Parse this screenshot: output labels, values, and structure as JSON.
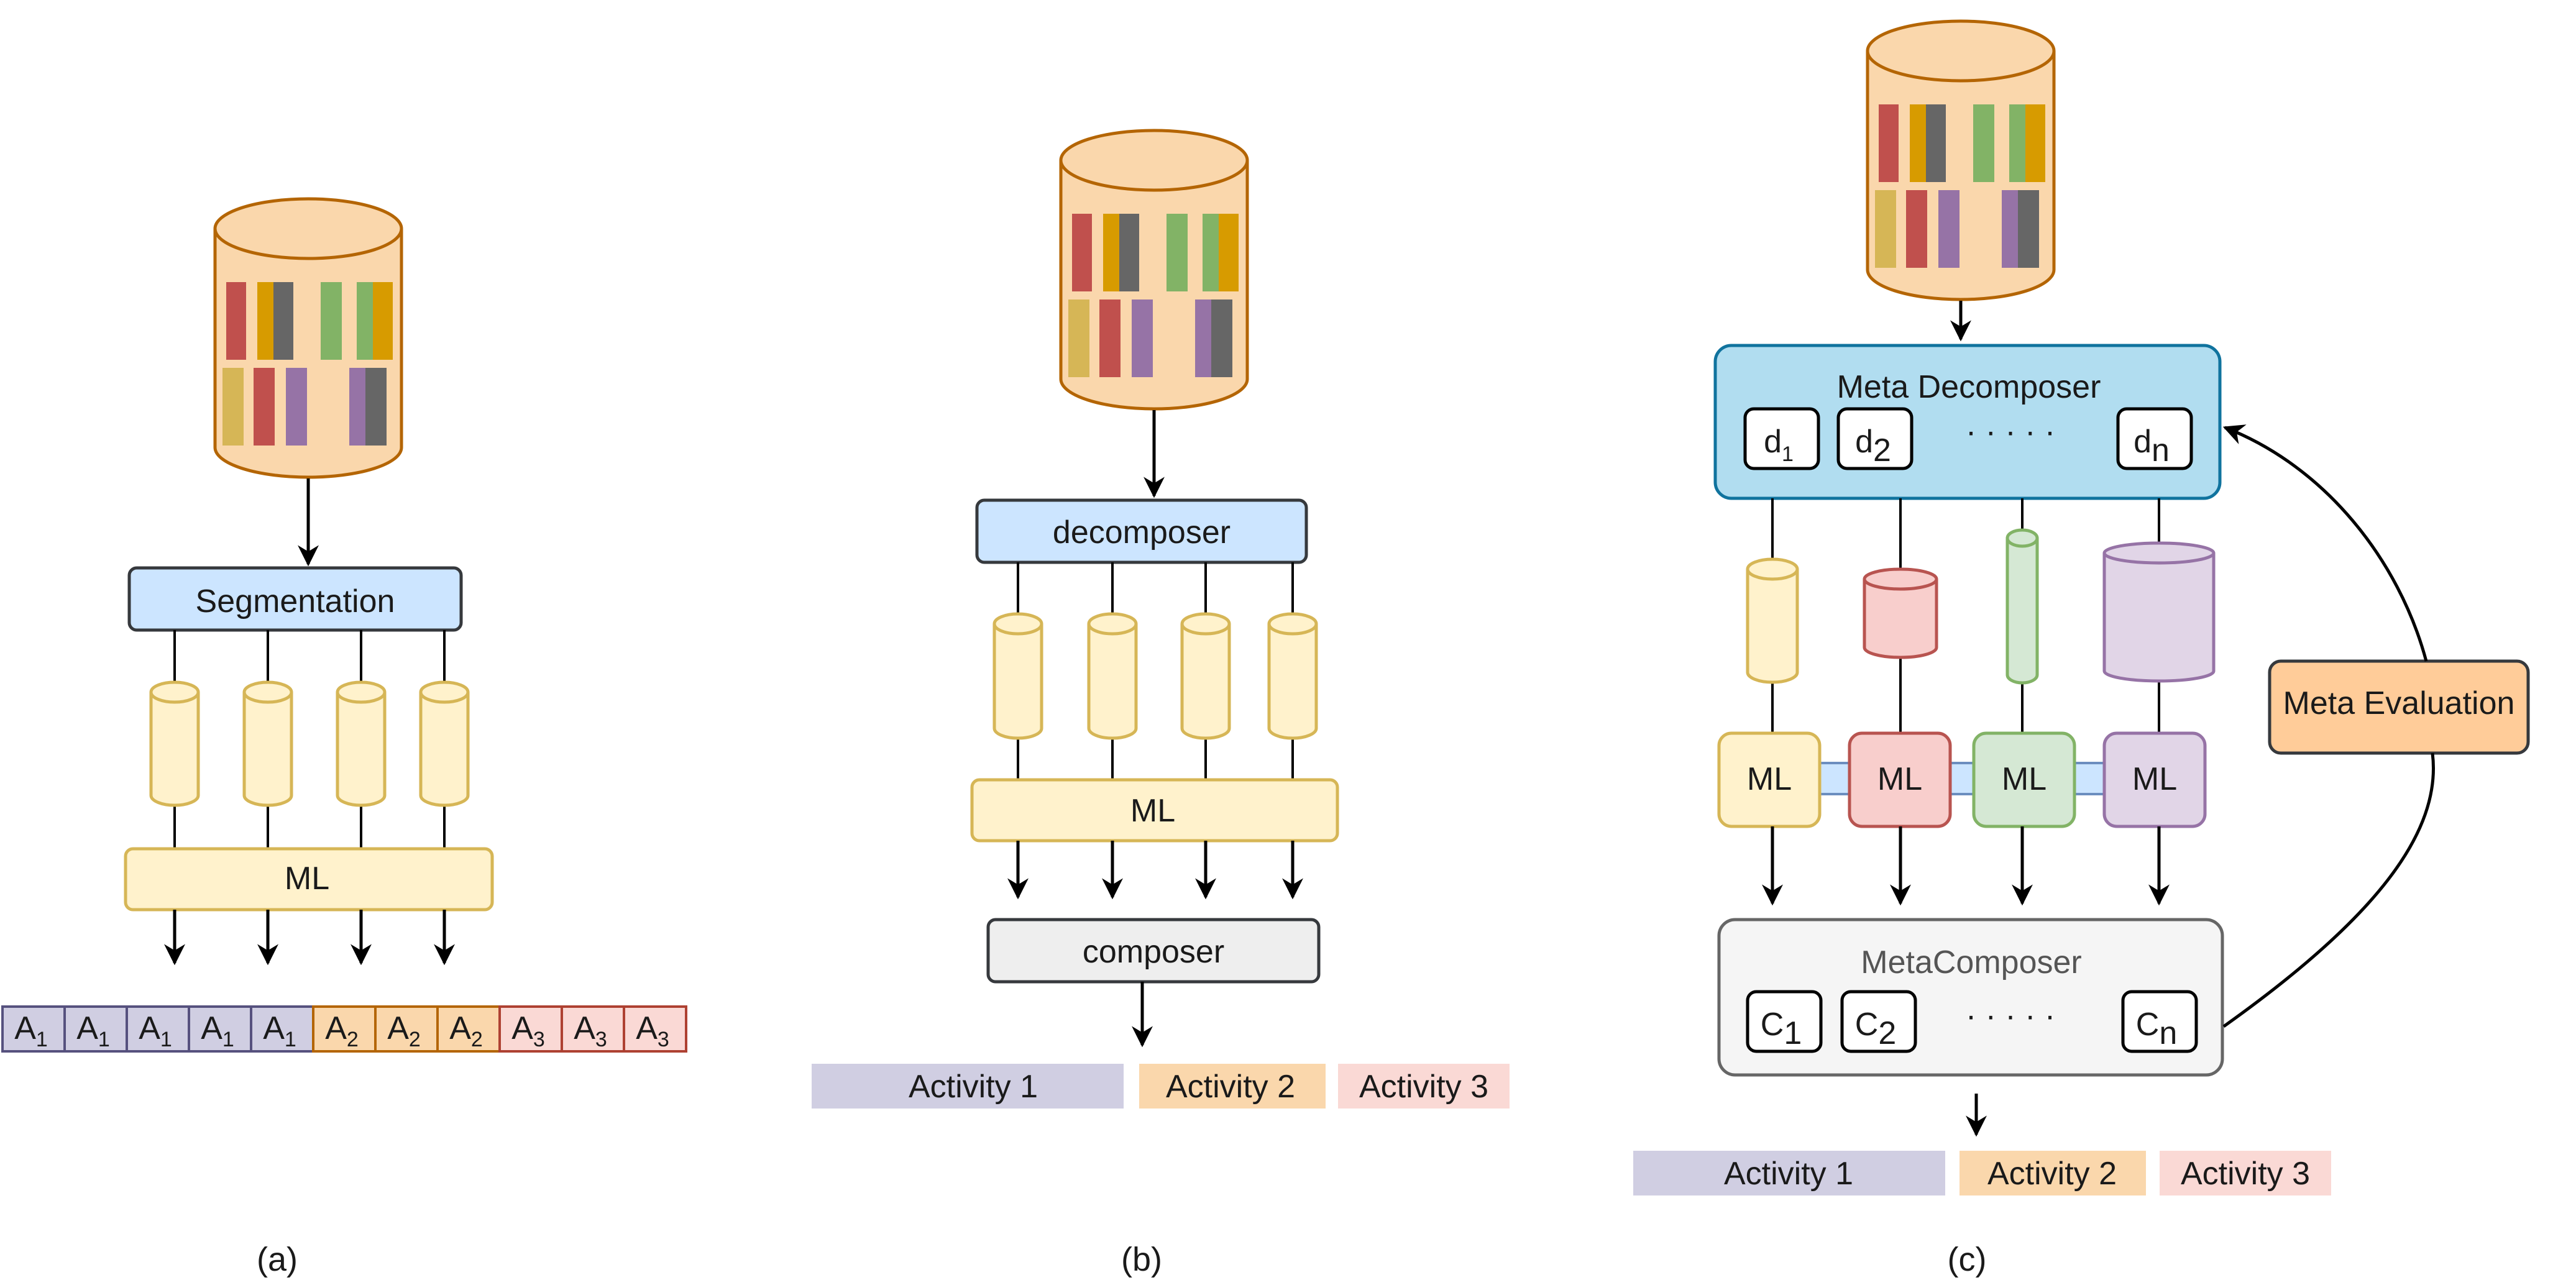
{
  "panels": {
    "a": {
      "caption": "(a)",
      "segmentation": "Segmentation",
      "ml": "ML",
      "sequence": [
        {
          "letter": "A",
          "index": "1"
        },
        {
          "letter": "A",
          "index": "1"
        },
        {
          "letter": "A",
          "index": "1"
        },
        {
          "letter": "A",
          "index": "1"
        },
        {
          "letter": "A",
          "index": "1"
        },
        {
          "letter": "A",
          "index": "2"
        },
        {
          "letter": "A",
          "index": "2"
        },
        {
          "letter": "A",
          "index": "2"
        },
        {
          "letter": "A",
          "index": "3"
        },
        {
          "letter": "A",
          "index": "3"
        },
        {
          "letter": "A",
          "index": "3"
        }
      ]
    },
    "b": {
      "caption": "(b)",
      "decomposer": "decomposer",
      "ml": "ML",
      "composer": "composer",
      "activities": [
        "Activity 1",
        "Activity 2",
        "Activity 3"
      ]
    },
    "c": {
      "caption": "(c)",
      "meta_decomposer": "Meta Decomposer",
      "decomposers": [
        {
          "letter": "d",
          "index": "1"
        },
        {
          "letter": "d",
          "index": "2"
        },
        {
          "letter": "d",
          "index": "n"
        }
      ],
      "dots": "· · · · ·",
      "ml_boxes": [
        "ML",
        "ML",
        "ML",
        "ML"
      ],
      "meta_composer": "MetaComposer",
      "composers": [
        {
          "letter": "C",
          "index": "1"
        },
        {
          "letter": "C",
          "index": "2"
        },
        {
          "letter": "C",
          "index": "n"
        }
      ],
      "meta_evaluation": "Meta Evaluation",
      "activities": [
        "Activity 1",
        "Activity 2",
        "Activity 3"
      ]
    }
  },
  "colors": {
    "db_fill": "#fad7ac",
    "db_stroke": "#b46504",
    "blue_fill": "#cce5ff",
    "blue_deep": "#b1ddf0",
    "yellow_fill": "#fff2cc",
    "yellow_stroke": "#d6b656",
    "red_fill": "#f8cecc",
    "red_stroke": "#b85450",
    "green_fill": "#d5e8d4",
    "green_stroke": "#82b366",
    "purple_fill": "#e1d5e7",
    "purple_stroke": "#9673a6",
    "grey_fill": "#f5f5f5",
    "activity1": "#d0cee2",
    "activity2": "#fad7ac",
    "activity3": "#fad9d5"
  }
}
